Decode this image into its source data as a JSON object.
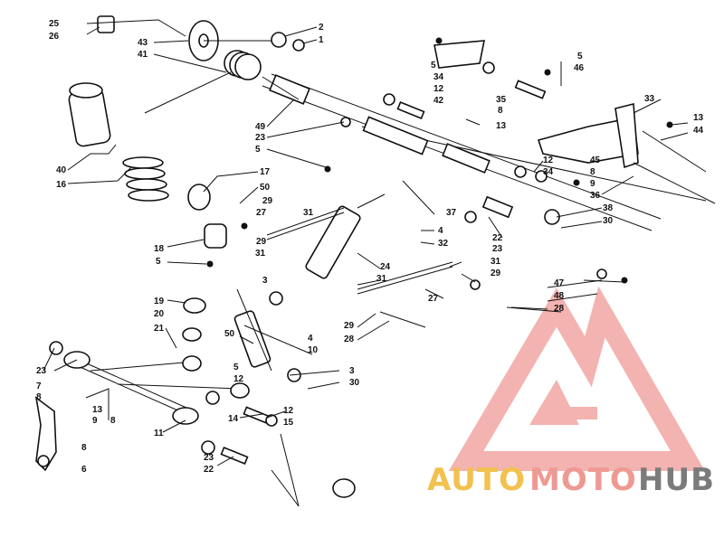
{
  "part_labels": [
    {
      "id": "p25",
      "text": "25"
    },
    {
      "id": "p26",
      "text": "26"
    },
    {
      "id": "p2",
      "text": "2"
    },
    {
      "id": "p1",
      "text": "1"
    },
    {
      "id": "p43",
      "text": "43"
    },
    {
      "id": "p41",
      "text": "41"
    },
    {
      "id": "p40",
      "text": "40"
    },
    {
      "id": "p16",
      "text": "16"
    },
    {
      "id": "p49",
      "text": "49"
    },
    {
      "id": "p23a",
      "text": "23"
    },
    {
      "id": "p5a",
      "text": "5"
    },
    {
      "id": "p17",
      "text": "17"
    },
    {
      "id": "p50a",
      "text": "50"
    },
    {
      "id": "p29a",
      "text": "29"
    },
    {
      "id": "p27a",
      "text": "27"
    },
    {
      "id": "p31a",
      "text": "31"
    },
    {
      "id": "p29b",
      "text": "29"
    },
    {
      "id": "p31b",
      "text": "31"
    },
    {
      "id": "p18",
      "text": "18"
    },
    {
      "id": "p5b",
      "text": "5"
    },
    {
      "id": "p3a",
      "text": "3"
    },
    {
      "id": "p4a",
      "text": "4"
    },
    {
      "id": "p19",
      "text": "19"
    },
    {
      "id": "p20",
      "text": "20"
    },
    {
      "id": "p21",
      "text": "21"
    },
    {
      "id": "p50b",
      "text": "50"
    },
    {
      "id": "p10",
      "text": "10"
    },
    {
      "id": "p5c",
      "text": "5"
    },
    {
      "id": "p12a",
      "text": "12"
    },
    {
      "id": "p3b",
      "text": "3"
    },
    {
      "id": "p30a",
      "text": "30"
    },
    {
      "id": "p23b",
      "text": "23"
    },
    {
      "id": "p7",
      "text": "7"
    },
    {
      "id": "p8a",
      "text": "8"
    },
    {
      "id": "p13a",
      "text": "13"
    },
    {
      "id": "p9a",
      "text": "9"
    },
    {
      "id": "p8b",
      "text": "8"
    },
    {
      "id": "p11",
      "text": "11"
    },
    {
      "id": "p8c",
      "text": "8"
    },
    {
      "id": "p6",
      "text": "6"
    },
    {
      "id": "p14",
      "text": "14"
    },
    {
      "id": "p12b",
      "text": "12"
    },
    {
      "id": "p15",
      "text": "15"
    },
    {
      "id": "p23c",
      "text": "23"
    },
    {
      "id": "p22a",
      "text": "22"
    },
    {
      "id": "p5d",
      "text": "5"
    },
    {
      "id": "p34a",
      "text": "34"
    },
    {
      "id": "p12c",
      "text": "12"
    },
    {
      "id": "p42",
      "text": "42"
    },
    {
      "id": "p5e",
      "text": "5"
    },
    {
      "id": "p46",
      "text": "46"
    },
    {
      "id": "p35",
      "text": "35"
    },
    {
      "id": "p8d",
      "text": "8"
    },
    {
      "id": "p13b",
      "text": "13"
    },
    {
      "id": "p33",
      "text": "33"
    },
    {
      "id": "p13c",
      "text": "13"
    },
    {
      "id": "p44",
      "text": "44"
    },
    {
      "id": "p12d",
      "text": "12"
    },
    {
      "id": "p34b",
      "text": "34"
    },
    {
      "id": "p45",
      "text": "45"
    },
    {
      "id": "p8e",
      "text": "8"
    },
    {
      "id": "p9b",
      "text": "9"
    },
    {
      "id": "p36",
      "text": "36"
    },
    {
      "id": "p37",
      "text": "37"
    },
    {
      "id": "p38",
      "text": "38"
    },
    {
      "id": "p30b",
      "text": "30"
    },
    {
      "id": "p4b",
      "text": "4"
    },
    {
      "id": "p32",
      "text": "32"
    },
    {
      "id": "p22b",
      "text": "22"
    },
    {
      "id": "p23d",
      "text": "23"
    },
    {
      "id": "p24",
      "text": "24"
    },
    {
      "id": "p31c",
      "text": "31"
    },
    {
      "id": "p31d",
      "text": "31"
    },
    {
      "id": "p29c",
      "text": "29"
    },
    {
      "id": "p27b",
      "text": "27"
    },
    {
      "id": "p47",
      "text": "47"
    },
    {
      "id": "p48",
      "text": "48"
    },
    {
      "id": "p28a",
      "text": "28"
    },
    {
      "id": "p29d",
      "text": "29"
    },
    {
      "id": "p28b",
      "text": "28"
    }
  ],
  "watermark": {
    "auto": "AUTO",
    "moto": "MOTO",
    "hub": "HUB",
    "colors": {
      "auto": "#f2c14e",
      "moto": "#ee9a93",
      "hub": "#7b7b7b",
      "logo": "#ef9a96"
    }
  }
}
